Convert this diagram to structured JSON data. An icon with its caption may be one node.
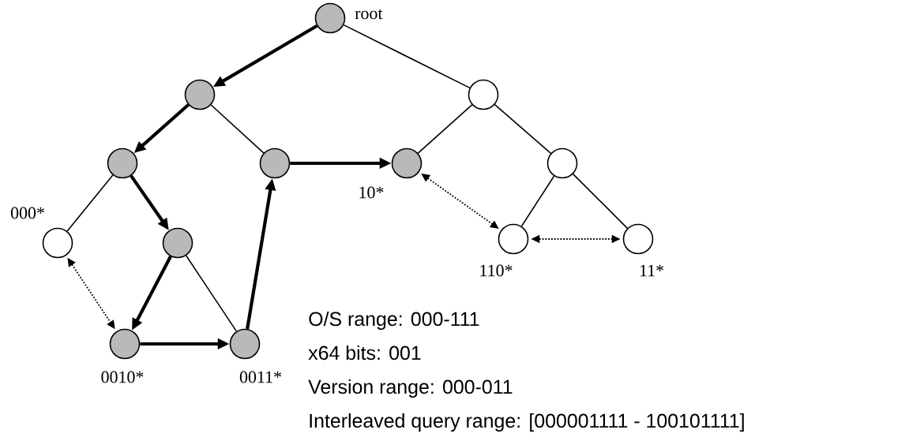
{
  "diagram": {
    "nodes": [
      {
        "text": [],
        "shape": "circle",
        "beside": [
          "root"
        ]
      },
      {
        "text": [],
        "shape": "circle"
      },
      {
        "text": [],
        "shape": "circle"
      },
      {
        "text": [],
        "shape": "circle"
      },
      {
        "text": [],
        "shape": "circle"
      },
      {
        "text": [],
        "shape": "circle",
        "beside": [
          "10*"
        ]
      },
      {
        "text": [],
        "shape": "circle"
      },
      {
        "text": [],
        "shape": "circle",
        "beside": [
          "000*"
        ]
      },
      {
        "text": [],
        "shape": "circle"
      },
      {
        "text": [],
        "shape": "circle",
        "beside": [
          "0010*"
        ]
      },
      {
        "text": [],
        "shape": "circle",
        "beside": [
          "0011*"
        ]
      },
      {
        "text": [],
        "shape": "circle",
        "beside": [
          "110*"
        ]
      },
      {
        "text": [],
        "shape": "circle",
        "beside": [
          "11*"
        ]
      }
    ],
    "edges": [
      {
        "from": 0,
        "to": 1,
        "arrow": "to",
        "style": "thick"
      },
      {
        "from": 0,
        "to": 2,
        "arrow": "none"
      },
      {
        "from": 1,
        "to": 3,
        "arrow": "to",
        "style": "thick"
      },
      {
        "from": 1,
        "to": 4,
        "arrow": "none"
      },
      {
        "from": 3,
        "to": 7,
        "arrow": "none"
      },
      {
        "from": 3,
        "to": 8,
        "arrow": "to",
        "style": "thick"
      },
      {
        "from": 8,
        "to": 9,
        "arrow": "to",
        "style": "thick"
      },
      {
        "from": 8,
        "to": 10,
        "arrow": "none"
      },
      {
        "from": 9,
        "to": 10,
        "arrow": "to",
        "style": "thick"
      },
      {
        "from": 10,
        "to": 4,
        "arrow": "to",
        "style": "thick"
      },
      {
        "from": 4,
        "to": 5,
        "arrow": "to",
        "style": "thick"
      },
      {
        "from": 2,
        "to": 5,
        "arrow": "none"
      },
      {
        "from": 2,
        "to": 6,
        "arrow": "none"
      },
      {
        "from": 6,
        "to": 11,
        "arrow": "none"
      },
      {
        "from": 6,
        "to": 12,
        "arrow": "none"
      },
      {
        "from": 7,
        "to": 9,
        "arrow": "both",
        "style": "dashed"
      },
      {
        "from": 5,
        "to": 11,
        "arrow": "both",
        "style": "dashed"
      },
      {
        "from": 11,
        "to": 12,
        "arrow": "both",
        "style": "dashed"
      }
    ],
    "labels": [
      "O/S range: 000-111",
      "x64 bits: 001",
      "Version range: 000-011",
      "Interleaved query range: [000001111 - 100101111]"
    ]
  }
}
